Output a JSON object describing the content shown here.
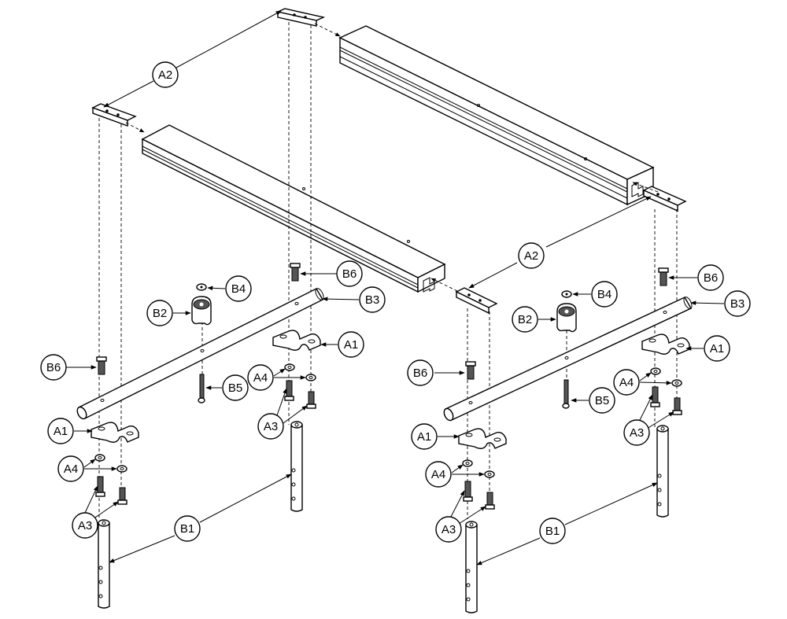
{
  "callouts": {
    "A1": "A1",
    "A2": "A2",
    "A3": "A3",
    "A4": "A4",
    "B1": "B1",
    "B2": "B2",
    "B3": "B3",
    "B4": "B4",
    "B5": "B5",
    "B6": "B6"
  }
}
